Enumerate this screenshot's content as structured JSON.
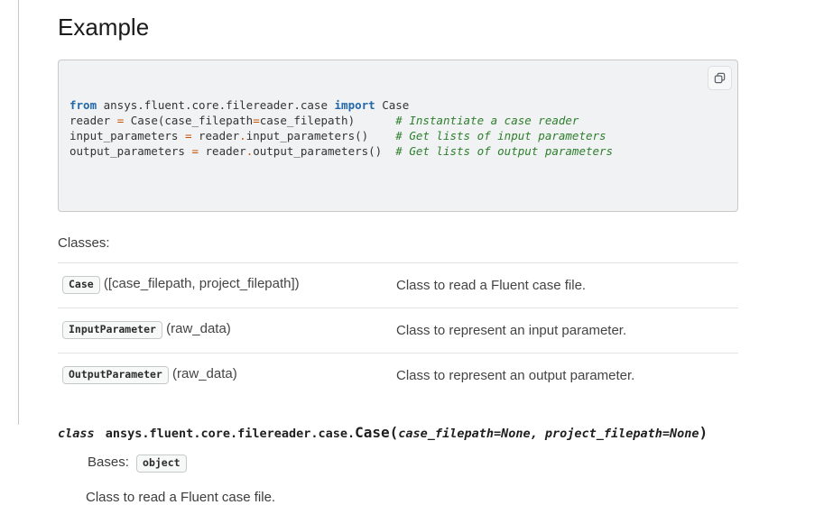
{
  "colors": {
    "keyword_blue": "#2268a8",
    "operator_orange": "#c85200",
    "comment_green": "#2d7f2d",
    "code_background": "#f1f2f3"
  },
  "header": {
    "title": "Example"
  },
  "code_example": {
    "copy_button": "copy",
    "lines": [
      [
        {
          "t": "from",
          "s": "kw"
        },
        {
          "t": " ansys.fluent.core.filereader.case ",
          "s": "txt"
        },
        {
          "t": "import",
          "s": "kw"
        },
        {
          "t": " Case",
          "s": "txt"
        }
      ],
      [
        {
          "t": "reader ",
          "s": "txt"
        },
        {
          "t": "=",
          "s": "op"
        },
        {
          "t": " Case(case_filepath",
          "s": "txt"
        },
        {
          "t": "=",
          "s": "op"
        },
        {
          "t": "case_filepath)      ",
          "s": "txt"
        },
        {
          "t": "# Instantiate a case reader",
          "s": "cm"
        }
      ],
      [
        {
          "t": "input_parameters ",
          "s": "txt"
        },
        {
          "t": "=",
          "s": "op"
        },
        {
          "t": " reader",
          "s": "txt"
        },
        {
          "t": ".",
          "s": "op"
        },
        {
          "t": "input_parameters()    ",
          "s": "txt"
        },
        {
          "t": "# Get lists of input parameters",
          "s": "cm"
        }
      ],
      [
        {
          "t": "output_parameters ",
          "s": "txt"
        },
        {
          "t": "=",
          "s": "op"
        },
        {
          "t": " reader",
          "s": "txt"
        },
        {
          "t": ".",
          "s": "op"
        },
        {
          "t": "output_parameters()  ",
          "s": "txt"
        },
        {
          "t": "# Get lists of output parameters",
          "s": "cm"
        }
      ]
    ]
  },
  "classes_section": {
    "label": "Classes:",
    "rows": [
      {
        "name": "Case",
        "args": " ([case_filepath, project_filepath])",
        "description": "Class to read a Fluent case file."
      },
      {
        "name": "InputParameter",
        "args": " (raw_data)",
        "description": "Class to represent an input parameter."
      },
      {
        "name": "OutputParameter",
        "args": " (raw_data)",
        "description": "Class to represent an output parameter."
      }
    ]
  },
  "class_definition": {
    "keyword": "class ",
    "module": "ansys.fluent.core.filereader.case.",
    "name": "Case",
    "paren_open": "(",
    "params": "case_filepath=None, project_filepath=None",
    "paren_close": ")",
    "bases_label": "Bases: ",
    "bases_value": "object",
    "description": "Class to read a Fluent case file."
  }
}
